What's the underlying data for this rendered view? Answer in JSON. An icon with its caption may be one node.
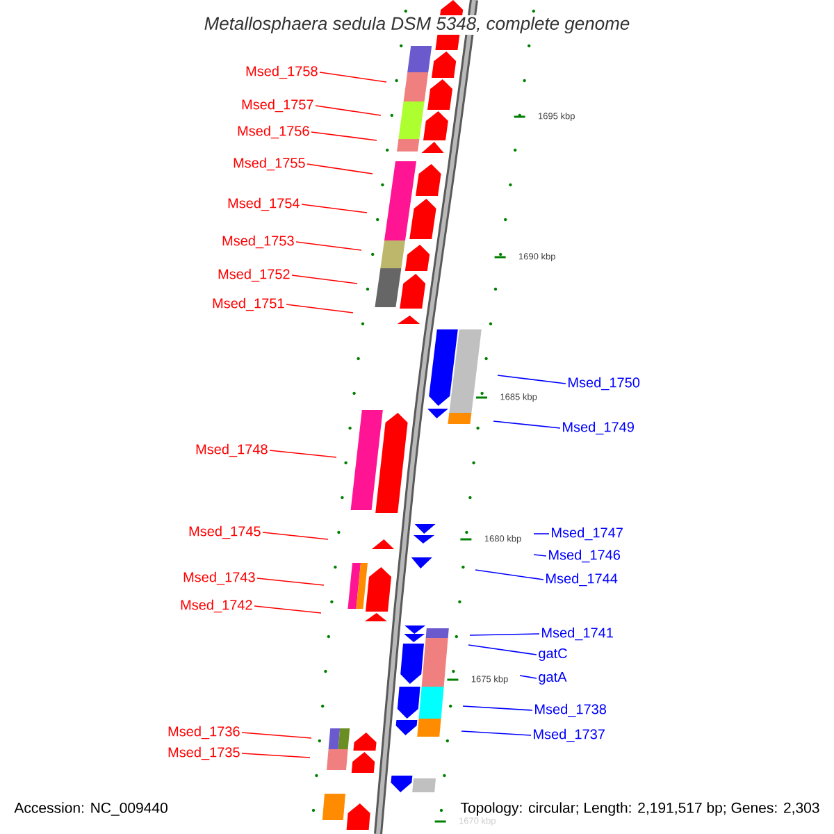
{
  "diagram": {
    "title": "Metallosphaera sedula DSM 5348, complete genome",
    "nodes": [
      {
        "text": [
          "Msed_1758"
        ]
      },
      {
        "text": [
          "Msed_1757"
        ]
      },
      {
        "text": [
          "Msed_1756"
        ]
      },
      {
        "text": [
          "Msed_1755"
        ]
      },
      {
        "text": [
          "Msed_1754"
        ]
      },
      {
        "text": [
          "Msed_1753"
        ]
      },
      {
        "text": [
          "Msed_1752"
        ]
      },
      {
        "text": [
          "Msed_1751"
        ]
      },
      {
        "text": [
          "Msed_1748"
        ]
      },
      {
        "text": [
          "Msed_1745"
        ]
      },
      {
        "text": [
          "Msed_1743"
        ]
      },
      {
        "text": [
          "Msed_1742"
        ]
      },
      {
        "text": [
          "Msed_1736"
        ]
      },
      {
        "text": [
          "Msed_1735"
        ]
      },
      {
        "text": [
          "Msed_1750"
        ]
      },
      {
        "text": [
          "Msed_1749"
        ]
      },
      {
        "text": [
          "Msed_1747"
        ]
      },
      {
        "text": [
          "Msed_1746"
        ]
      },
      {
        "text": [
          "Msed_1744"
        ]
      },
      {
        "text": [
          "Msed_1741"
        ]
      },
      {
        "text": [
          "gatC"
        ]
      },
      {
        "text": [
          "gatA"
        ]
      },
      {
        "text": [
          "Msed_1738"
        ]
      },
      {
        "text": [
          "Msed_1737"
        ]
      }
    ],
    "edges": [
      {
        "from": 0,
        "to": null,
        "arrow": "none"
      },
      {
        "from": 1,
        "to": null,
        "arrow": "none"
      },
      {
        "from": 2,
        "to": null,
        "arrow": "none"
      },
      {
        "from": 3,
        "to": null,
        "arrow": "none"
      },
      {
        "from": 4,
        "to": null,
        "arrow": "none"
      },
      {
        "from": 5,
        "to": null,
        "arrow": "none"
      },
      {
        "from": 6,
        "to": null,
        "arrow": "none"
      },
      {
        "from": 7,
        "to": null,
        "arrow": "none"
      },
      {
        "from": 8,
        "to": null,
        "arrow": "none"
      },
      {
        "from": 9,
        "to": null,
        "arrow": "none"
      },
      {
        "from": 10,
        "to": null,
        "arrow": "none"
      },
      {
        "from": 11,
        "to": null,
        "arrow": "none"
      },
      {
        "from": 12,
        "to": null,
        "arrow": "none"
      },
      {
        "from": 13,
        "to": null,
        "arrow": "none"
      },
      {
        "from": 14,
        "to": null,
        "arrow": "none",
        "color": "#0000ff"
      },
      {
        "from": 15,
        "to": null,
        "arrow": "none",
        "color": "#0000ff"
      },
      {
        "from": 16,
        "to": null,
        "arrow": "none",
        "color": "#0000ff"
      },
      {
        "from": 17,
        "to": null,
        "arrow": "none",
        "color": "#0000ff"
      },
      {
        "from": 18,
        "to": null,
        "arrow": "none",
        "color": "#0000ff"
      },
      {
        "from": 19,
        "to": null,
        "arrow": "none",
        "color": "#0000ff"
      },
      {
        "from": 20,
        "to": null,
        "arrow": "none",
        "color": "#0000ff"
      },
      {
        "from": 21,
        "to": null,
        "arrow": "none",
        "color": "#0000ff"
      },
      {
        "from": 22,
        "to": null,
        "arrow": "none",
        "color": "#0000ff"
      },
      {
        "from": 23,
        "to": null,
        "arrow": "none",
        "color": "#0000ff"
      }
    ],
    "labels": [
      "1695 kbp",
      "1690 kbp",
      "1685 kbp",
      "1680 kbp",
      "1675 kbp",
      "1670 kbp",
      "Accession: NC_009440",
      "Topology: circular; Length: 2,191,517 bp; Genes: 2,303"
    ]
  }
}
